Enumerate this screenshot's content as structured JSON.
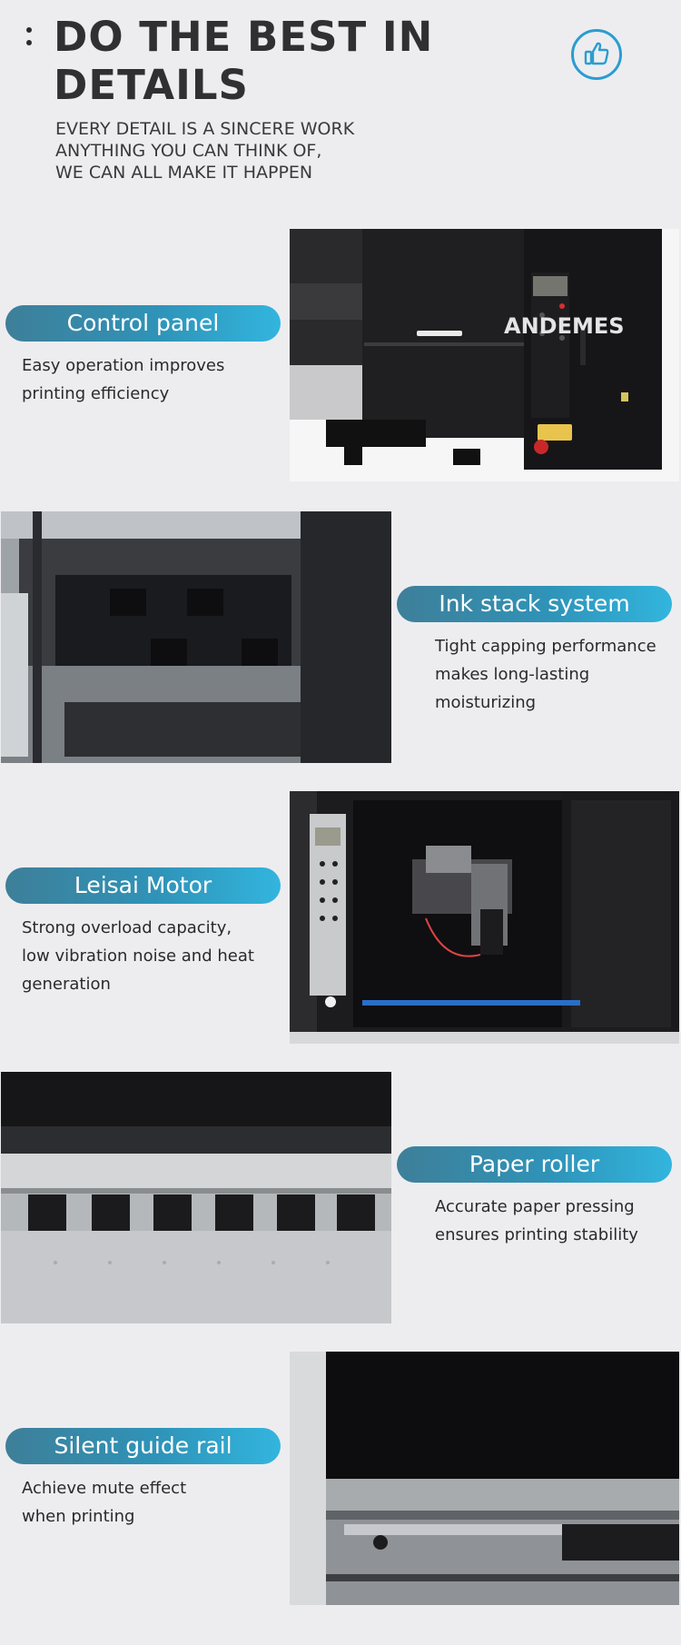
{
  "header": {
    "title_line1": "DO THE BEST IN",
    "title_line2": "DETAILS",
    "subtitle_lines": [
      "EVERY DETAIL IS A SINCERE WORK",
      "ANYTHING YOU CAN THINK OF,",
      "WE CAN ALL MAKE IT HAPPEN"
    ],
    "icon": "thumbs-up-icon"
  },
  "features": [
    {
      "label": "Control panel",
      "desc": [
        "Easy operation improves",
        "printing efficiency"
      ],
      "photo_watermark": "ANDEMES"
    },
    {
      "label": "Ink stack system",
      "desc": [
        "Tight capping performance",
        "makes long-lasting",
        "moisturizing"
      ]
    },
    {
      "label": "Leisai Motor",
      "desc": [
        "Strong overload capacity,",
        "low vibration noise and heat",
        "generation"
      ]
    },
    {
      "label": "Paper roller",
      "desc": [
        "Accurate paper pressing",
        "ensures printing stability"
      ]
    },
    {
      "label": "Silent guide rail",
      "desc": [
        "Achieve mute effect",
        "when printing"
      ]
    }
  ],
  "colors": {
    "accent": "#2a9dd0",
    "pill_start": "#3e7f99",
    "pill_end": "#32b5de",
    "background": "#ededf0"
  }
}
